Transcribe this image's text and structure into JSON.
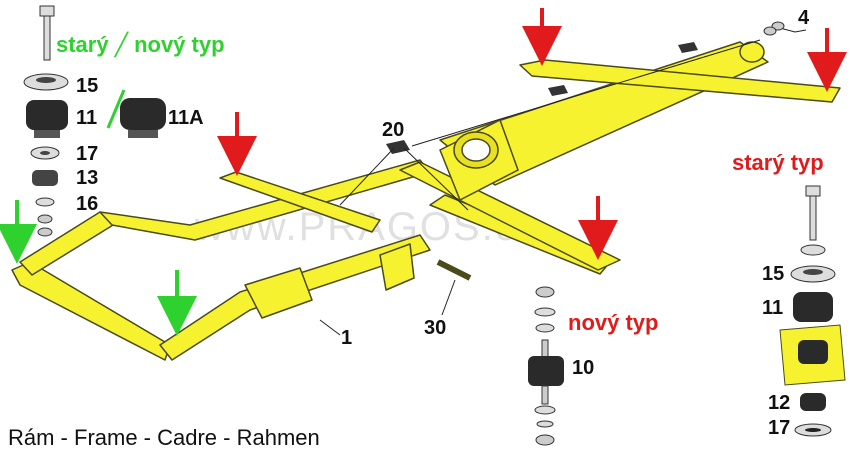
{
  "labels": {
    "old_new_type": "starý ╱ nový typ",
    "old_type": "starý typ",
    "new_type": "nový typ",
    "n15a": "15",
    "n11": "11",
    "n11A": "11A",
    "n17a": "17",
    "n13": "13",
    "n16": "16",
    "n20": "20",
    "n4": "4",
    "n1": "1",
    "n30": "30",
    "n10": "10",
    "n15b": "15",
    "n11b": "11",
    "n12": "12",
    "n17b": "17"
  },
  "caption": "Rám - Frame - Cadre - Rahmen",
  "watermark": "www.PRAGOS.cz",
  "colors": {
    "frame_yellow": "#f7f230",
    "frame_outline": "#4a4a1a",
    "arrow_red": "#e11b1b",
    "arrow_green": "#2fd12f"
  }
}
